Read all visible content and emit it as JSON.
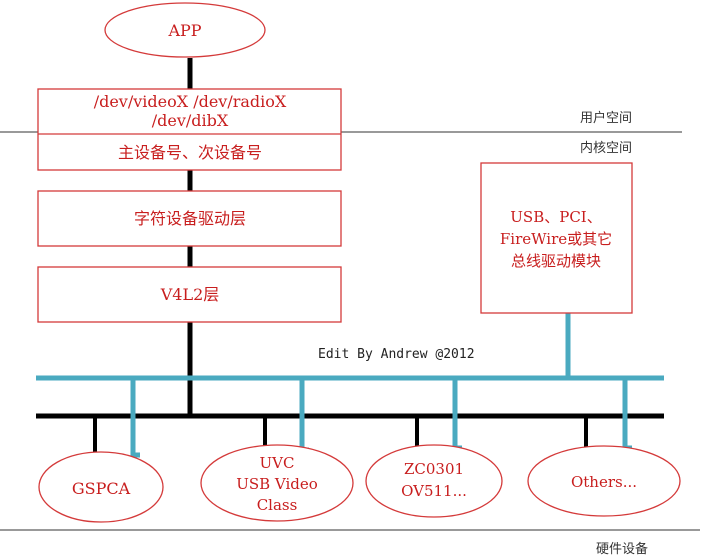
{
  "app": "APP",
  "devnodes_line1": "/dev/videoX /dev/radioX",
  "devnodes_line2": "/dev/dibX",
  "major_minor": "主设备号、次设备号",
  "char_device_layer": "字符设备驱动层",
  "v4l2_layer": "V4L2层",
  "bus_driver_line1": "USB、PCI、",
  "bus_driver_line2": "FireWire或其它",
  "bus_driver_line3": "总线驱动模块",
  "user_space": "用户空间",
  "kernel_space": "内核空间",
  "hardware": "硬件设备",
  "credit": "Edit By Andrew @2012",
  "devices": {
    "gspca": "GSPCA",
    "uvc_line1": "UVC",
    "uvc_line2": "USB Video",
    "uvc_line3": "Class",
    "zc_line1": "ZC0301",
    "zc_line2": "OV511...",
    "others": "Others..."
  },
  "colors": {
    "box_border": "#d43a3a",
    "box_text": "#c81e1e",
    "bus_black": "#000000",
    "bus_teal": "#4aaac0"
  }
}
